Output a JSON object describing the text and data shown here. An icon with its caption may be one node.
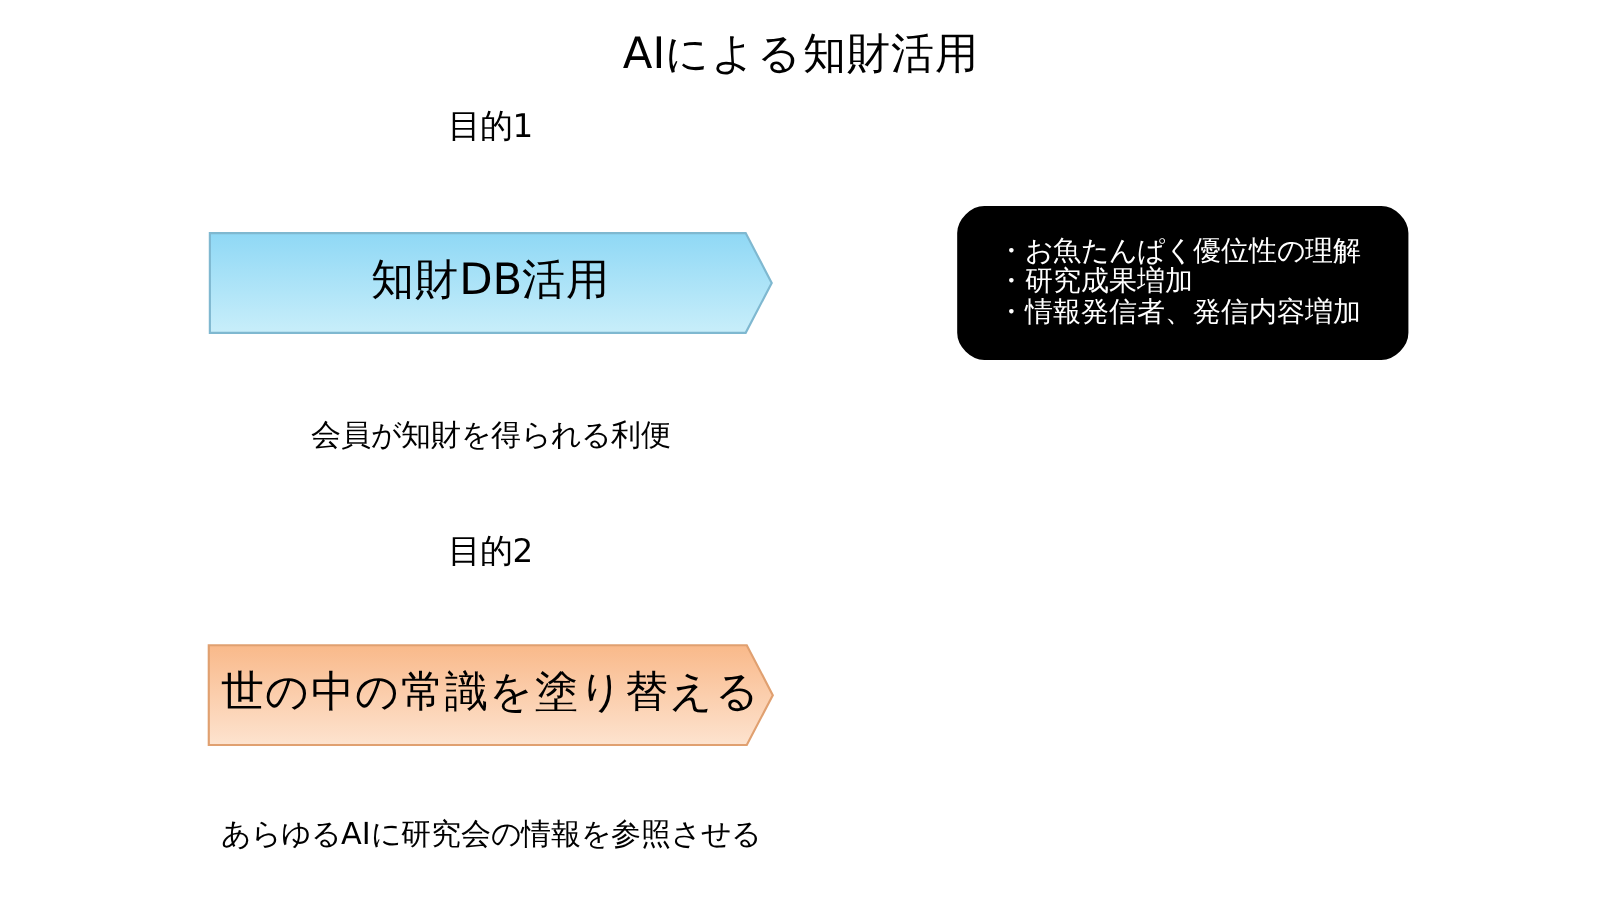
{
  "diagram": {
    "title": "AIによる知財活用",
    "nodes": [
      {
        "text": [
          "知財DB活用"
        ],
        "beside": [
          "会員が知財を得られる利便"
        ]
      },
      {
        "text": [
          "・お魚たんぱく優位性の理解",
          "・研究成果増加",
          "・情報発信者、発信内容増加"
        ]
      },
      {
        "text": [
          "世の中の常識を塗り替える"
        ],
        "beside": [
          "あらゆるAIに研究会の情報を参照させる"
        ]
      }
    ],
    "labels": [
      "目的1",
      "目的2"
    ]
  }
}
